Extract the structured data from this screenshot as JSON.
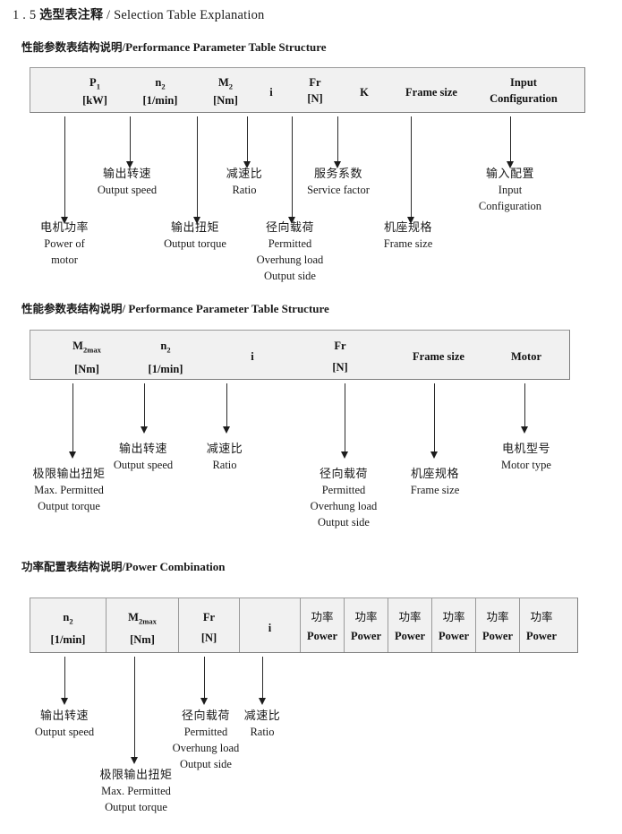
{
  "document": {
    "title_number": "1 . 5",
    "title_cn": "选型表注释",
    "title_sep": "/",
    "title_en": "Selection Table Explanation"
  },
  "sections": [
    {
      "id": "performance-parameter-table-1",
      "heading_cn": "性能参数表结构说明",
      "heading_sep": "/",
      "heading_en": "Performance Parameter Table Structure",
      "table": {
        "has_column_dividers": false,
        "columns": [
          {
            "symbol": "P",
            "sub": "1",
            "unit": "[kW]"
          },
          {
            "symbol": "n",
            "sub": "2",
            "unit": "[1/min]"
          },
          {
            "symbol": "M",
            "sub": "2",
            "unit": "[Nm]"
          },
          {
            "symbol": "i",
            "sub": "",
            "unit": ""
          },
          {
            "symbol": "Fr",
            "sub": "",
            "unit": "[N]"
          },
          {
            "symbol": "K",
            "sub": "",
            "unit": ""
          },
          {
            "symbol": "Frame size",
            "sub": "",
            "unit": ""
          },
          {
            "symbol": "Input",
            "sub": "",
            "unit": "Configuration"
          }
        ]
      },
      "annotations": [
        {
          "cn": "电机功率",
          "en": [
            "Power of",
            "motor"
          ]
        },
        {
          "cn": "输出转速",
          "en": [
            "Output speed"
          ]
        },
        {
          "cn": "输出扭矩",
          "en": [
            "Output torque"
          ]
        },
        {
          "cn": "减速比",
          "en": [
            "Ratio"
          ]
        },
        {
          "cn": "径向载荷",
          "en": [
            "Permitted",
            "Overhung load",
            "Output side"
          ]
        },
        {
          "cn": "服务系数",
          "en": [
            "Service factor"
          ]
        },
        {
          "cn": "机座规格",
          "en": [
            "Frame size"
          ]
        },
        {
          "cn": "输入配置",
          "en": [
            "Input",
            "Configuration"
          ]
        }
      ]
    },
    {
      "id": "performance-parameter-table-2",
      "heading_cn": "性能参数表结构说明",
      "heading_sep": "/",
      "heading_en": "Performance Parameter Table Structure",
      "table": {
        "has_column_dividers": false,
        "columns": [
          {
            "symbol": "M",
            "sub": "2max",
            "unit": "[Nm]"
          },
          {
            "symbol": "n",
            "sub": "2",
            "unit": "[1/min]"
          },
          {
            "symbol": "i",
            "sub": "",
            "unit": ""
          },
          {
            "symbol": "Fr",
            "sub": "",
            "unit": "[N]"
          },
          {
            "symbol": "Frame size",
            "sub": "",
            "unit": ""
          },
          {
            "symbol": "Motor",
            "sub": "",
            "unit": ""
          }
        ]
      },
      "annotations": [
        {
          "cn": "极限输出扭矩",
          "en": [
            "Max. Permitted",
            "Output  torque"
          ]
        },
        {
          "cn": "输出转速",
          "en": [
            "Output speed"
          ]
        },
        {
          "cn": "减速比",
          "en": [
            "Ratio"
          ]
        },
        {
          "cn": "径向载荷",
          "en": [
            "Permitted",
            "Overhung load",
            "Output side"
          ]
        },
        {
          "cn": "机座规格",
          "en": [
            "Frame size"
          ]
        },
        {
          "cn": "电机型号",
          "en": [
            "Motor type"
          ]
        }
      ]
    },
    {
      "id": "power-combination-table",
      "heading_cn": "功率配置表结构说明",
      "heading_sep": "/",
      "heading_en": "Power Combination",
      "table": {
        "has_column_dividers": true,
        "columns": [
          {
            "symbol": "n",
            "sub": "2",
            "unit": "[1/min]"
          },
          {
            "symbol": "M",
            "sub": "2max",
            "unit": "[Nm]"
          },
          {
            "symbol": "Fr",
            "sub": "",
            "unit": "[N]"
          },
          {
            "symbol": "i",
            "sub": "",
            "unit": ""
          },
          {
            "symbol_cn": "功率",
            "symbol": "",
            "sub": "",
            "unit": "Power"
          },
          {
            "symbol_cn": "功率",
            "symbol": "",
            "sub": "",
            "unit": "Power"
          },
          {
            "symbol_cn": "功率",
            "symbol": "",
            "sub": "",
            "unit": "Power"
          },
          {
            "symbol_cn": "功率",
            "symbol": "",
            "sub": "",
            "unit": "Power"
          },
          {
            "symbol_cn": "功率",
            "symbol": "",
            "sub": "",
            "unit": "Power"
          },
          {
            "symbol_cn": "功率",
            "symbol": "",
            "sub": "",
            "unit": "Power"
          }
        ]
      },
      "annotations": [
        {
          "cn": "输出转速",
          "en": [
            "Output speed"
          ]
        },
        {
          "cn": "极限输出扭矩",
          "en": [
            "Max. Permitted",
            "Output  torque"
          ]
        },
        {
          "cn": "径向载荷",
          "en": [
            "Permitted",
            "Overhung load",
            "Output side"
          ]
        },
        {
          "cn": "减速比",
          "en": [
            "Ratio"
          ]
        }
      ]
    }
  ]
}
